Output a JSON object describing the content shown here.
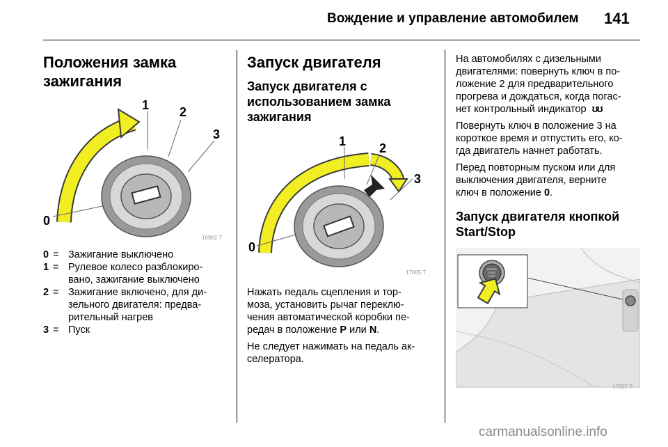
{
  "header": {
    "title": "Вождение и управление автомобилем",
    "page_number": "141"
  },
  "left": {
    "heading_line1": "Положения замка",
    "heading_line2": "зажигания",
    "figure": {
      "labels": [
        "0",
        "1",
        "2",
        "3"
      ],
      "code": "16982 T"
    },
    "legend": [
      {
        "key": "0",
        "eq": "=",
        "lines": [
          "Зажигание выключено"
        ]
      },
      {
        "key": "1",
        "eq": "=",
        "lines": [
          "Рулевое колесо разблокиро-",
          "вано, зажигание выключено"
        ]
      },
      {
        "key": "2",
        "eq": "=",
        "lines": [
          "Зажигание включено, для ди-",
          "зельного двигателя: предва-",
          "рительный нагрев"
        ]
      },
      {
        "key": "3",
        "eq": "=",
        "lines": [
          "Пуск"
        ]
      }
    ]
  },
  "middle": {
    "heading": "Запуск двигателя",
    "subheading_lines": [
      "Запуск двигателя с",
      "использованием замка",
      "зажигания"
    ],
    "figure": {
      "labels": [
        "0",
        "1",
        "2",
        "3"
      ],
      "code": "17005 T"
    },
    "para1_lines": [
      "Нажать педаль сцепления и тор-",
      "моза, установить рычаг переклю-",
      "чения автоматической коробки пе-"
    ],
    "para1_last_prefix": "редач в положение ",
    "para1_P": "P",
    "para1_or": " или ",
    "para1_N": "N",
    "para1_end": ".",
    "para2_lines": [
      "Не следует нажимать на педаль ак-",
      "селератора."
    ]
  },
  "right": {
    "para1_lines": [
      "На автомобилях с дизельными",
      "двигателями: повернуть ключ в по-",
      "ложение 2 для предварительного",
      "прогрева и дождаться, когда погас-"
    ],
    "para1_last": "нет контрольный индикатор",
    "glow_symbol": "ʊʊ",
    "para2_lines": [
      "Повернуть ключ в положение 3 на",
      "короткое время и отпустить его, ко-",
      "гда двигатель начнет работать."
    ],
    "para3_lines": [
      "Перед повторным пуском или для",
      "выключения двигателя, верните"
    ],
    "para3_last_prefix": "ключ в положение ",
    "para3_zero": "0",
    "para3_end": ".",
    "heading_lines": [
      "Запуск двигателя кнопкой",
      "Start/Stop"
    ],
    "figure": {
      "button_text_1": "ENGINE",
      "button_text_2": "START",
      "button_text_3": "STOP",
      "code": "17927 T"
    }
  },
  "watermark": "carmanualsonline.info",
  "colors": {
    "arrow_yellow": "#f2ee24",
    "arrow_stroke": "#3a3a3a",
    "ring_gray": "#9a9a9a",
    "watermark_gray": "#8a8a8a"
  }
}
